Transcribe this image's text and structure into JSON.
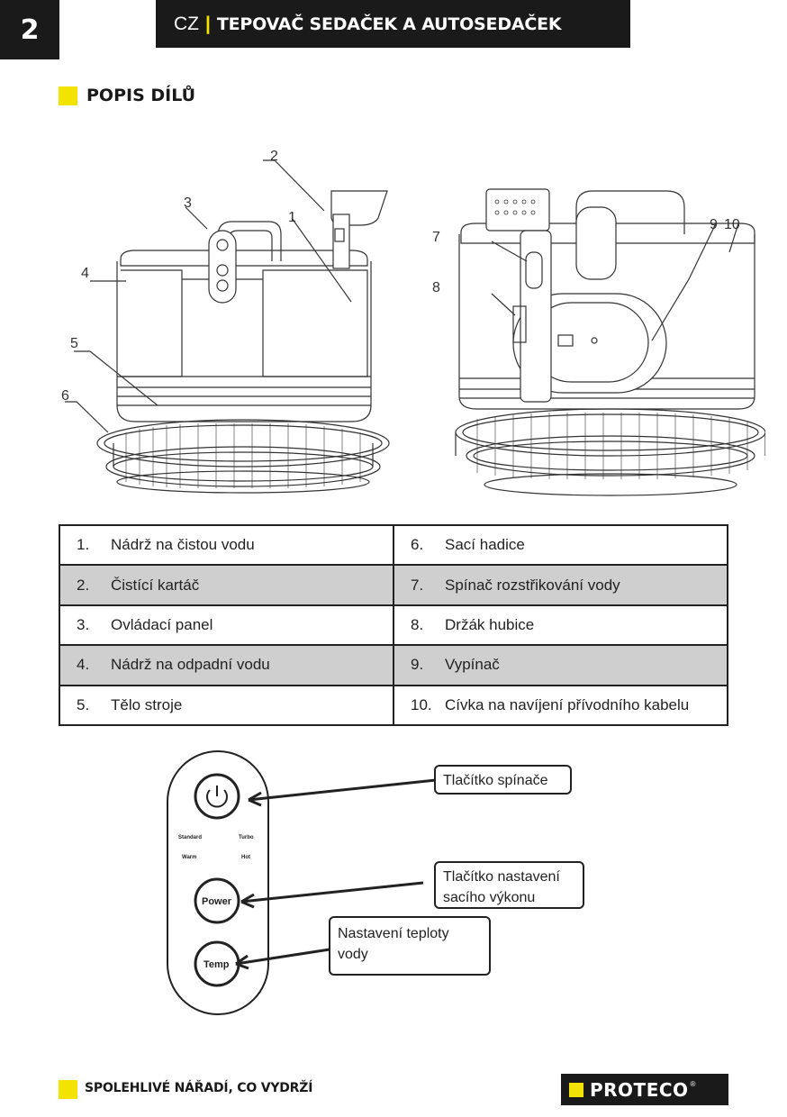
{
  "header": {
    "page_number": "2",
    "language": "CZ",
    "separator": "|",
    "title": "TEPOVAČ SEDAČEK A AUTOSEDAČEK"
  },
  "section": {
    "title": "POPIS DÍLŮ"
  },
  "figure_callouts": {
    "front": [
      "1",
      "2",
      "3",
      "4",
      "5",
      "6"
    ],
    "back": [
      "7",
      "8",
      "9",
      "10"
    ]
  },
  "parts_table": {
    "rows": [
      {
        "left_num": "1.",
        "left_label": "Nádrž na čistou vodu",
        "right_num": "6.",
        "right_label": "Sací hadice",
        "shaded": false
      },
      {
        "left_num": "2.",
        "left_label": "Čistící kartáč",
        "right_num": "7.",
        "right_label": "Spínač rozstřikování vody",
        "shaded": true
      },
      {
        "left_num": "3.",
        "left_label": "Ovládací panel",
        "right_num": "8.",
        "right_label": "Držák hubice",
        "shaded": false
      },
      {
        "left_num": "4.",
        "left_label": "Nádrž na odpadní vodu",
        "right_num": "9.",
        "right_label": "Vypínač",
        "shaded": true
      },
      {
        "left_num": "5.",
        "left_label": "Tělo stroje",
        "right_num": "10.",
        "right_label": "Cívka na navíjení přívodního kabelu",
        "shaded": false
      }
    ]
  },
  "control_panel": {
    "mode_labels": {
      "standard": "Standard",
      "turbo": "Turbo",
      "warm": "Warm",
      "hot": "Hot"
    },
    "power_button_label": "Power",
    "temp_button_label": "Temp",
    "callouts": {
      "power_switch": "Tlačítko spínače",
      "suction_line1": "Tlačítko nastavení",
      "suction_line2": "sacího výkonu",
      "temp_line1": "Nastavení teploty",
      "temp_line2": "vody"
    }
  },
  "footer": {
    "slogan": "SPOLEHLIVÉ NÁŘADÍ, CO VYDRŽÍ",
    "logo_text": "PROTECO",
    "logo_reg": "®"
  }
}
